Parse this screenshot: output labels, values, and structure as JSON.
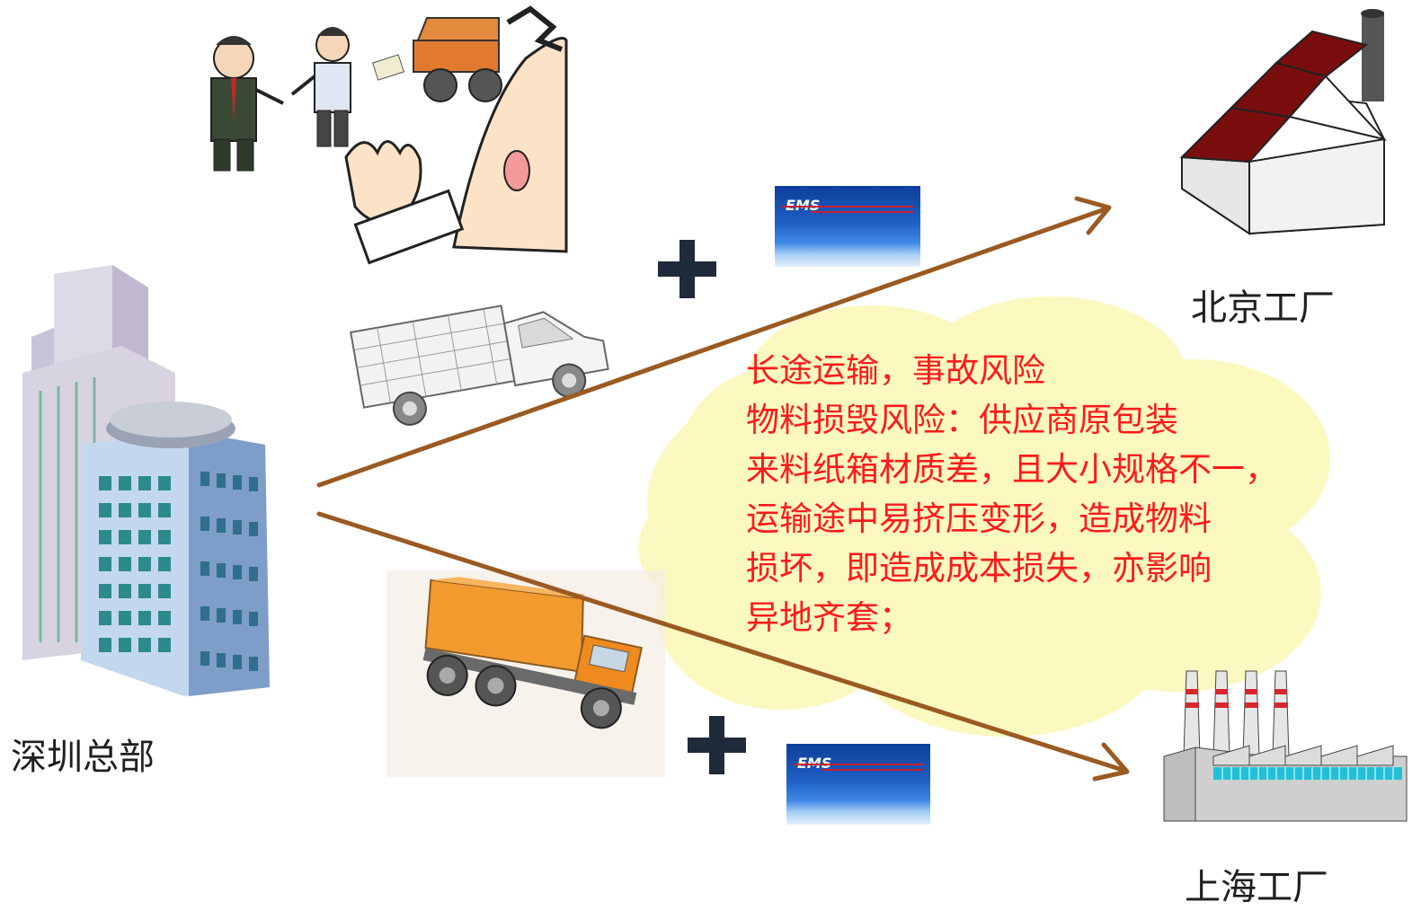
{
  "labels": {
    "hq": "深圳总部",
    "beijing": "北京工厂",
    "shanghai": "上海工厂"
  },
  "note": {
    "lines": [
      "长途运输，事故风险",
      "物料损毁风险：供应商原包装",
      "来料纸箱材质差，且大小规格不一，",
      "运输途中易挤压变形，造成物料",
      "损坏，即造成成本损失，亦影响",
      "异地齐套；"
    ]
  },
  "ems": {
    "logo": "EMS"
  },
  "colors": {
    "arrow": "#9a5a22",
    "note_text": "#ff1a1a",
    "cloud": "#fbf9c0",
    "plus": "#1f2a3a"
  },
  "icons": [
    "office-building-icon",
    "factory-icon",
    "power-plant-icon",
    "pickup-truck-icon",
    "dump-truck-icon",
    "ems-card-icon",
    "plus-icon",
    "argument-cartoon-icon"
  ]
}
